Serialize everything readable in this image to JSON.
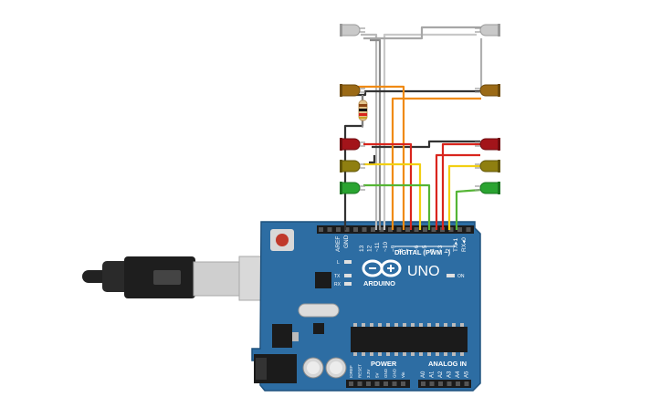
{
  "board": {
    "aref": "AREF",
    "gnd": "GND",
    "pins": [
      "13",
      "12",
      "~11",
      "~10",
      "~9",
      "8",
      "7",
      "~6",
      "~5",
      "4",
      "~3",
      "2",
      "TX▸1",
      "RX◂0"
    ],
    "digital_label": "DIGITAL (PWM ~)",
    "name": "UNO",
    "brand": "ARDUINO",
    "on": "ON",
    "l": "L",
    "tx": "TX",
    "rx": "RX",
    "power_label": "POWER",
    "power_pins": [
      "IOREF",
      "RESET",
      "3.3V",
      "5V",
      "GND",
      "GND",
      "Vin"
    ],
    "analog_label": "ANALOG IN",
    "analog_pins": [
      "A0",
      "A1",
      "A2",
      "A3",
      "A4",
      "A5"
    ]
  },
  "leds": [
    {
      "side": "left",
      "color": "white"
    },
    {
      "side": "right",
      "color": "white"
    },
    {
      "side": "left",
      "color": "orange"
    },
    {
      "side": "right",
      "color": "orange"
    },
    {
      "side": "left",
      "color": "red"
    },
    {
      "side": "right",
      "color": "red"
    },
    {
      "side": "left",
      "color": "yellow"
    },
    {
      "side": "right",
      "color": "yellow"
    },
    {
      "side": "left",
      "color": "green"
    },
    {
      "side": "right",
      "color": "green"
    }
  ],
  "colors": {
    "board": "#2d6da3",
    "board_dark": "#1f527e",
    "wire_gray": "#b9b9b9",
    "wire_black": "#333333",
    "wire_orange": "#f08a12",
    "wire_red": "#d9251d",
    "wire_yellow": "#f2cf12",
    "wire_green": "#55b535"
  }
}
